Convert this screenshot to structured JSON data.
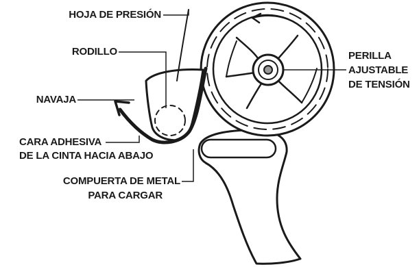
{
  "labels": {
    "pressure_sheet": "HOJA DE PRESIÓN",
    "roller": "RODILLO",
    "blade": "NAVAJA",
    "adhesive_face_line1": "CARA ADHESIVA",
    "adhesive_face_line2": "DE LA CINTA HACIA ABAJO",
    "metal_gate_line1": "COMPUERTA DE METAL",
    "metal_gate_line2": "PARA CARGAR",
    "tension_knob_line1": "PERILLA",
    "tension_knob_line2": "AJUSTABLE",
    "tension_knob_line3": "DE TENSIÓN"
  },
  "colors": {
    "line": "#1a1a1a",
    "background": "#ffffff"
  }
}
